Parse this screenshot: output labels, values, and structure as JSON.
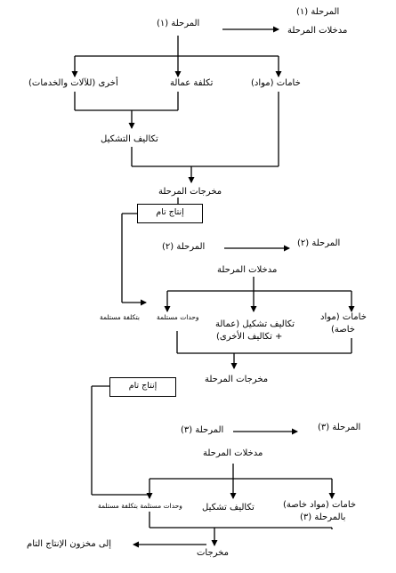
{
  "stage1": {
    "header_right": "المرحلة (١)",
    "header_left": "المرحلة (١)",
    "inputs_label": "مدخلات المرحلة",
    "raw": "خامات (مواد)",
    "labor": "تكلفة عمالة",
    "other": "أخرى (للآلات والخدمات)",
    "conversion": "تكاليف التشكيل",
    "outputs": "مخرجات المرحلة",
    "finished_box": "إنتاج تام"
  },
  "stage2": {
    "header_right": "المرحلة (٢)",
    "header_left": "المرحلة (٢)",
    "inputs_label": "مدخلات المرحلة",
    "raw_line1": "خامات (مواد",
    "raw_line2": "خاصة)",
    "conversion_line1": "تكاليف تشكيل (عمالة",
    "conversion_line2": "+ تكاليف الأخرى)",
    "units_label": "وحدات مستلمة",
    "units_cost_label": "بتكلفة مستلمة",
    "outputs": "مخرجات المرحلة",
    "finished_box": "إنتاج تام"
  },
  "stage3": {
    "header_right": "المرحلة (٣)",
    "header_left": "المرحلة (٣)",
    "inputs_label": "مدخلات المرحلة",
    "raw_line1": "خامات (مواد خاصة)",
    "raw_line2": "بالمرحلة (٣)",
    "conversion": "تكاليف تشكيل",
    "units_label": "وحدات مستلمة بتكلفة مستلمة",
    "outputs": "مخرجات",
    "to_inventory": "إلى مخزون الإنتاج التام"
  }
}
